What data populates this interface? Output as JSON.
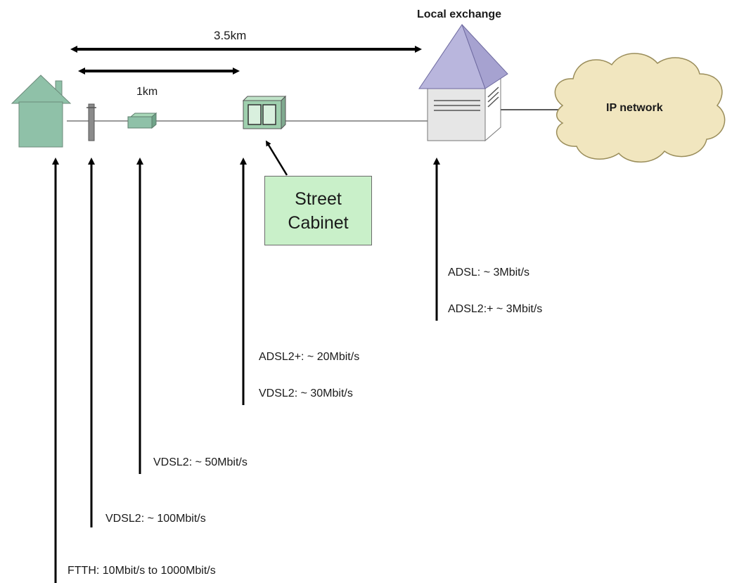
{
  "labels": {
    "local_exchange": "Local exchange",
    "distance_long": "3.5km",
    "distance_short": "1km",
    "ip_network": "IP network",
    "street_cabinet_line1": "Street",
    "street_cabinet_line2": "Cabinet"
  },
  "speeds": {
    "exchange_adsl": "ADSL: ~ 3Mbit/s",
    "exchange_adsl2plus": "ADSL2:+ ~ 3Mbit/s",
    "cabinet_adsl2plus": "ADSL2+: ~ 20Mbit/s",
    "cabinet_vdsl2": "VDSL2: ~ 30Mbit/s",
    "node_vdsl2": "VDSL2: ~ 50Mbit/s",
    "pole_vdsl2": "VDSL2: ~ 100Mbit/s",
    "home_ftth": "FTTH: 10Mbit/s to 1000Mbit/s"
  },
  "colors": {
    "house_fill": "#8fc1a8",
    "roof_fill": "#b9b6dd",
    "cabinet_fill": "#c9f0c9",
    "cloud_fill": "#f1e6bf",
    "line": "#000000"
  }
}
